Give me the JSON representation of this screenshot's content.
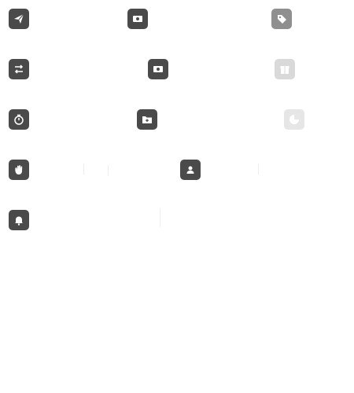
{
  "icons": [
    {
      "id": "send-icon",
      "shade": "dark"
    },
    {
      "id": "cash-icon",
      "shade": "dark"
    },
    {
      "id": "tag-icon",
      "shade": "mid"
    },
    {
      "id": "transfer-icon",
      "shade": "dark"
    },
    {
      "id": "cash-icon",
      "shade": "dark"
    },
    {
      "id": "gift-icon",
      "shade": "light"
    },
    {
      "id": "timer-icon",
      "shade": "dark"
    },
    {
      "id": "folder-plus-icon",
      "shade": "dark"
    },
    {
      "id": "pie-chart-icon",
      "shade": "faint"
    },
    {
      "id": "wave-hand-icon",
      "shade": "dark"
    },
    {
      "id": "contact-icon",
      "shade": "dark"
    },
    {
      "id": "bell-icon",
      "shade": "dark"
    }
  ],
  "colors": {
    "dark": "#4a4a4a",
    "mid": "#8f8f8f",
    "light": "#d9d9d9",
    "faint": "#e6e6e6"
  }
}
